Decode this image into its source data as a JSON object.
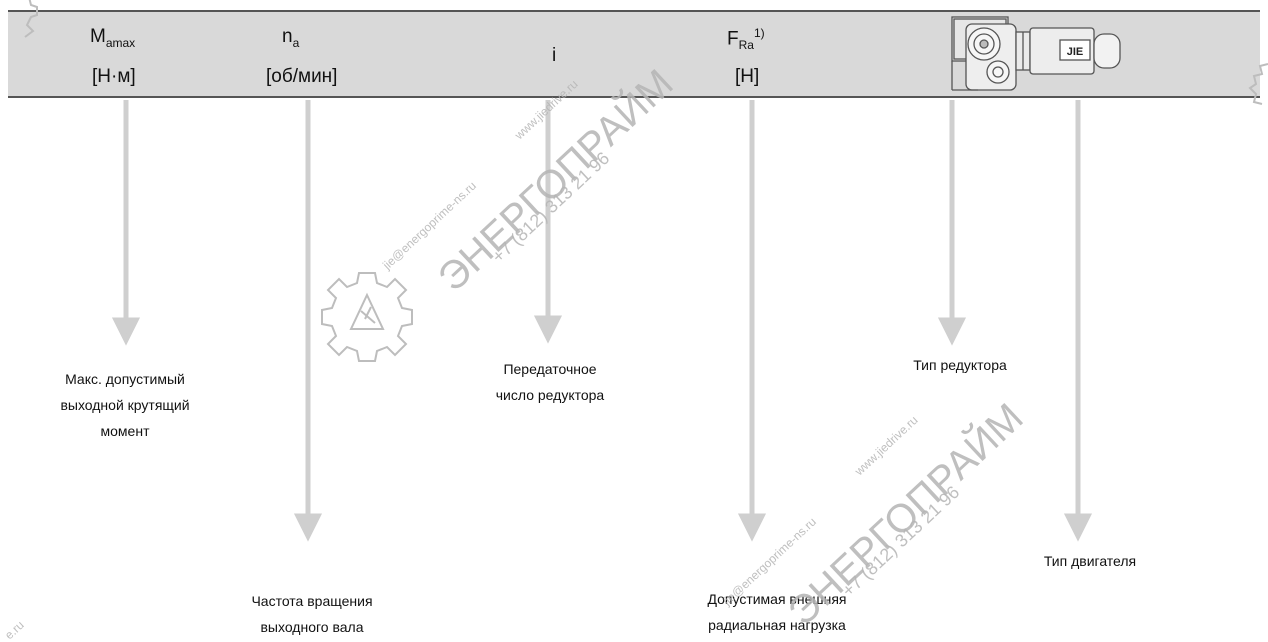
{
  "header": {
    "m": {
      "base": "M",
      "sub": "amax",
      "unit": "[Н·м]"
    },
    "n": {
      "base": "n",
      "sub": "a",
      "unit": "[об/мин]"
    },
    "i": {
      "base": "i"
    },
    "f": {
      "base": "F",
      "sub": "Ra",
      "sup": "1)",
      "unit": "[Н]"
    },
    "motor_label": "JIE"
  },
  "descriptions": {
    "m": "Макс. допустимый\nвыходной крутящий\nмомент",
    "n": "Частота вращения\nвыходного вала",
    "i": "Передаточное\nчисло редуктора",
    "f": "Допустимая внешняя\nрадиальная нагрузка",
    "gear": "Тип редуктора",
    "motor": "Тип двигателя"
  },
  "watermark": {
    "email": "jie@energoprime-ns.ru",
    "site": "www.jiedrive.ru",
    "brand": "ЭНЕРГОПРАЙМ",
    "phone": "+7 (812) 313 21 96",
    "edge": "e.ru"
  },
  "colors": {
    "bar": "#d9d9d9",
    "arrow": "#cfcfcf",
    "watermark": "#b5b5b5"
  }
}
